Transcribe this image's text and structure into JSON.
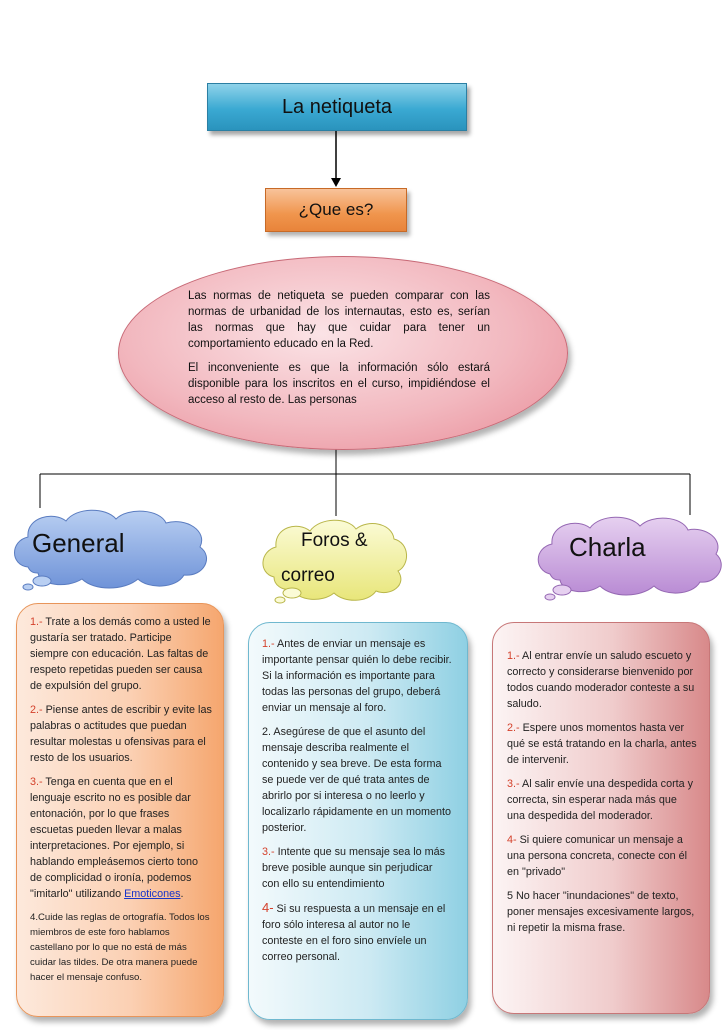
{
  "title": "La netiqueta",
  "question": "¿Que es?",
  "definition": {
    "p1": "Las normas de netiqueta se pueden comparar con las normas de urbanidad de los internautas, esto es, serían las normas que hay que cuidar para tener un comportamiento educado en la Red.",
    "p2": " El inconveniente es que la información sólo estará disponible para los inscritos en el curso, impidiéndose el acceso al resto de. Las personas"
  },
  "branches": {
    "general": "General",
    "foros_line1": "Foros &",
    "foros_line2": "correo",
    "charla": "Charla"
  },
  "general": {
    "i1_num": "1.-",
    "i1_text": " Trate a los demás como a usted le gustaría ser tratado. Participe siempre con educación. Las faltas de respeto repetidas pueden ser causa de expulsión del grupo.",
    "i2_num": "2.-",
    "i2_text": " Piense antes de escribir y evite las palabras o actitudes que puedan resultar molestas u ofensivas para el resto de los usuarios.",
    "i3_num": "3.-",
    "i3_text": " Tenga en cuenta que en el lenguaje escrito no es posible dar entonación, por lo que frases escuetas pueden llevar a malas interpretaciones. Por ejemplo, si hablando empleásemos cierto tono de complicidad o ironía, podemos \"imitarlo\" utilizando ",
    "i3_link": "Emoticones",
    "i3_end": ".",
    "i4_text": "4.Cuide las reglas de ortografía. Todos los miembros de este foro hablamos castellano por lo que no está de más cuidar las tildes. De otra manera puede hacer el mensaje confuso",
    "i4_end": "."
  },
  "foros": {
    "i1_num": "1.-",
    "i1_text": " Antes de enviar un mensaje es importante pensar quién lo debe recibir. Si la información es importante para todas las personas del grupo, deberá enviar un mensaje al foro.",
    "i2_text": "2. Asegúrese de que el asunto del mensaje describa realmente el contenido y sea breve. De esta forma se puede ver de qué trata antes de abrirlo por si interesa o no leerlo y localizarlo rápidamente en un momento posterior.",
    "i3_num": "3.-",
    "i3_text": " Intente que su mensaje sea lo más breve posible aunque sin perjudicar con ello su entendimiento",
    "i4_num": "4-",
    "i4_text": " Si su respuesta a un mensaje en el foro sólo interesa al autor no le conteste en el foro sino envíele un correo personal."
  },
  "charla": {
    "i1_num": "1.-",
    "i1_text": " Al entrar envíe un saludo escueto y correcto y considerarse bienvenido por todos cuando moderador conteste a su saludo.",
    "i2_num": "2.-",
    "i2_text": " Espere unos momentos hasta ver qué se está tratando en la charla, antes de intervenir",
    "i2_end": ".",
    "i3_num": "3.-",
    "i3_text": " Al salir envíe una despedida corta y correcta, sin esperar nada más que una despedida del moderador",
    "i3_end": ".",
    "i4_num": "4-",
    "i4_text": " Si quiere comunicar un mensaje a una persona concreta, conecte con él en \"privado\"",
    "i5_text": "5 No hacer \"inundaciones\" de texto, poner mensajes excesivamente largos, ni repetir la misma frase."
  },
  "colors": {
    "title_box": "#3aa9d2",
    "question_box": "#f0954d",
    "ellipse": "#f2b8bf",
    "cloud_general": "#7fa3e0",
    "cloud_foros": "#f4f3a8",
    "cloud_charla": "#c89ddf",
    "number_red": "#d4412b"
  }
}
